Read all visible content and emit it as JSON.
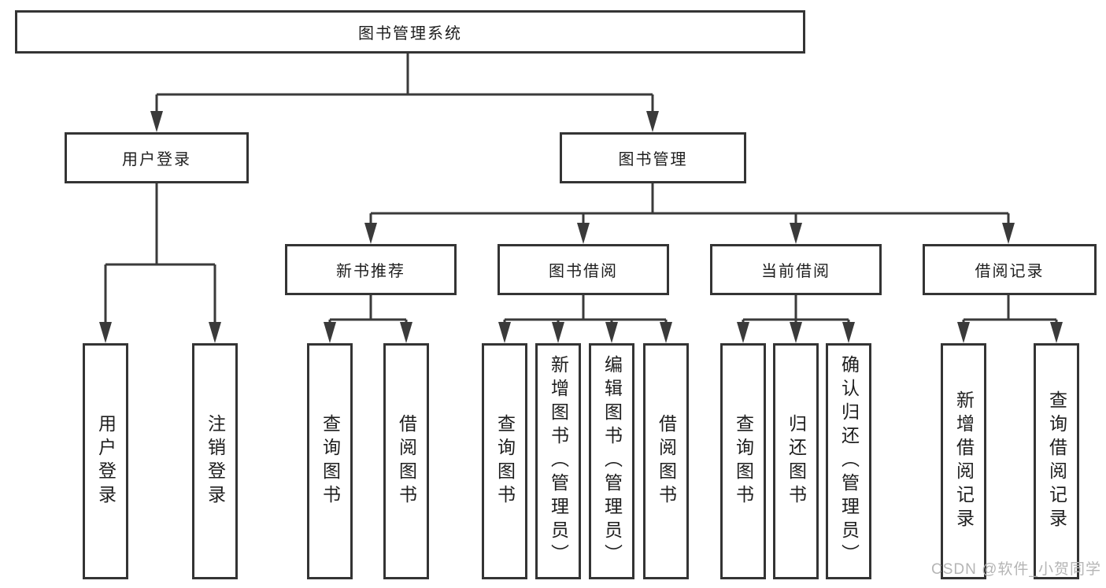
{
  "diagram": {
    "title": "图书管理系统",
    "root": {
      "label": "图书管理系统"
    },
    "level2": [
      {
        "label": "用户登录"
      },
      {
        "label": "图书管理"
      }
    ],
    "level3": [
      {
        "label": "新书推荐"
      },
      {
        "label": "图书借阅"
      },
      {
        "label": "当前借阅"
      },
      {
        "label": "借阅记录"
      }
    ],
    "leaves": {
      "user_login": [
        "用户登录",
        "注销登录"
      ],
      "new_books": [
        "查询图书",
        "借阅图书"
      ],
      "book_borrow": [
        "查询图书",
        "新增图书（管理员）",
        "编辑图书（管理员）",
        "借阅图书"
      ],
      "current_borrow": [
        "查询图书",
        "归还图书",
        "确认归还（管理员）"
      ],
      "borrow_records": [
        "新增借阅记录",
        "查询借阅记录"
      ]
    },
    "watermark": "CSDN @软件_小贺同学",
    "colors": {
      "line": "#3a3a3a",
      "box_border": "#343434",
      "text": "#1e1e1e",
      "watermark": "#b5b5b5",
      "background": "#ffffff"
    }
  }
}
